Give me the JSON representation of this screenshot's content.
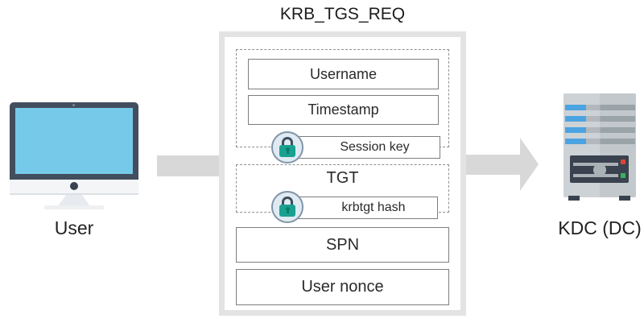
{
  "title": "KRB_TGS_REQ",
  "actors": {
    "user": {
      "label": "User",
      "icon": "desktop-computer-icon"
    },
    "kdc": {
      "label": "KDC (DC)",
      "icon": "server-tower-icon"
    }
  },
  "request": {
    "fields": {
      "username": "Username",
      "timestamp": "Timestamp",
      "session_key": "Session key",
      "tgt": "TGT",
      "krbtgt_hash": "krbtgt hash",
      "spn": "SPN",
      "user_nonce": "User nonce"
    },
    "encrypted_marker_icon": "lock-icon"
  },
  "colors": {
    "outer_box_border": "#e3e3e3",
    "field_border": "#7d7d7d",
    "dashed_border": "#8f8f8f",
    "arrow": "#d8d8d8",
    "lock_body": "#18a190",
    "lock_shackle": "#3e4d5c",
    "lock_circle_fill": "#dfeaf2",
    "monitor_screen_blue": "#76c9e9",
    "monitor_frame": "#424d5d",
    "server_stripe_blue": "#4ba3e1",
    "server_panel": "#39424e",
    "led_red": "#d9453a",
    "led_green": "#3cb05c"
  }
}
